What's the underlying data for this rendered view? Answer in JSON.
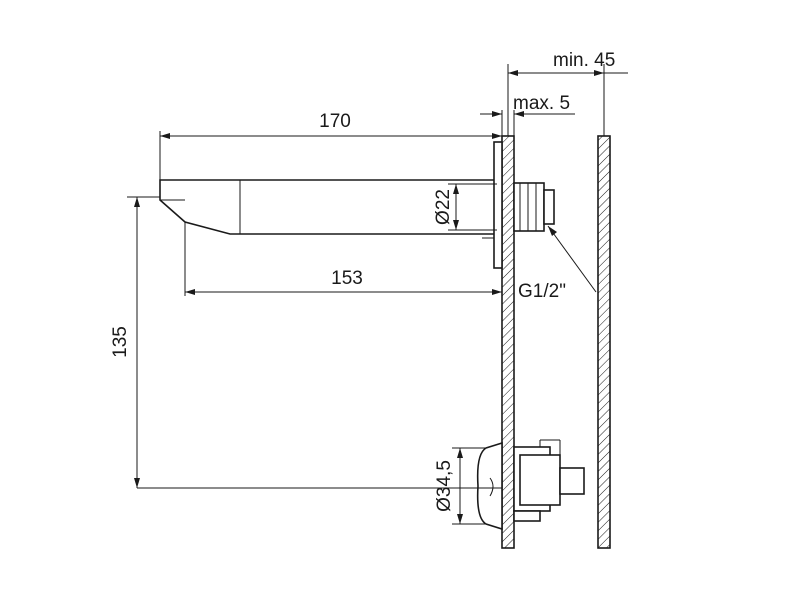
{
  "drawing": {
    "labels": {
      "min_45": "min. 45",
      "max_5": "max. 5",
      "len_170": "170",
      "len_153": "153",
      "dia_22": "Ø22",
      "thread": "G1/2\"",
      "height_135": "135",
      "dia_34_5": "Ø34,5"
    }
  }
}
